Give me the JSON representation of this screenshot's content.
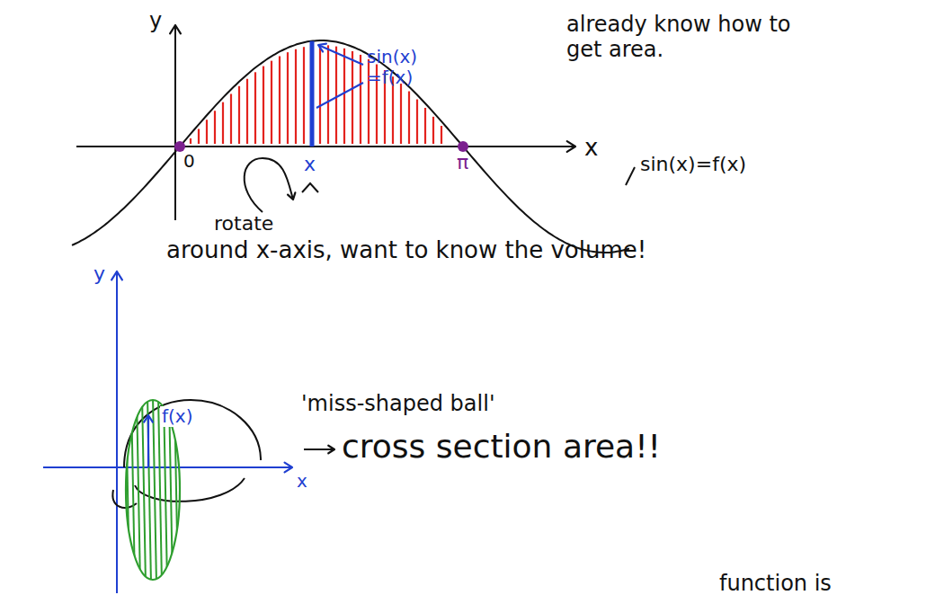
{
  "diagram": {
    "labels": [
      "y",
      "already know how to get area.",
      "sin(x) =f(x)",
      "0",
      "x",
      "π",
      "x",
      "sin(x)=f(x)",
      "rotate",
      "around x-axis, want to know the volume!",
      "y",
      "f(x)",
      "x",
      "'miss-shaped ball'",
      "cross section area!!",
      "function is"
    ]
  }
}
